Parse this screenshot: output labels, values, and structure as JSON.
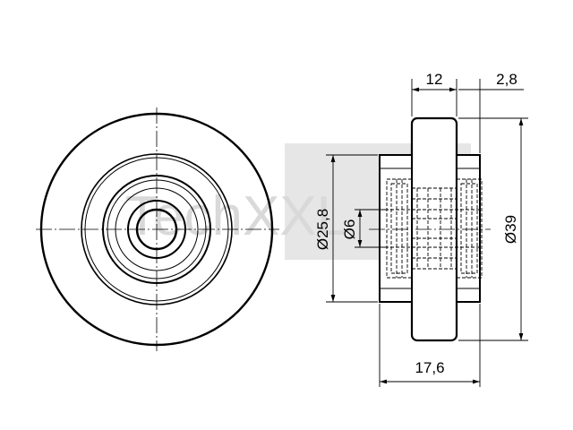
{
  "watermark": {
    "text": "TechXXL",
    "color": "#d9d9d9"
  },
  "dimensions": {
    "width_hub": "12",
    "offset": "2,8",
    "overall_width": "17,6",
    "hub_diameter": "Ø25,8",
    "bore_diameter": "Ø6",
    "outer_diameter": "Ø39"
  },
  "colors": {
    "line": "#000000",
    "watermark": "#d9d9d9",
    "background": "#ffffff"
  }
}
